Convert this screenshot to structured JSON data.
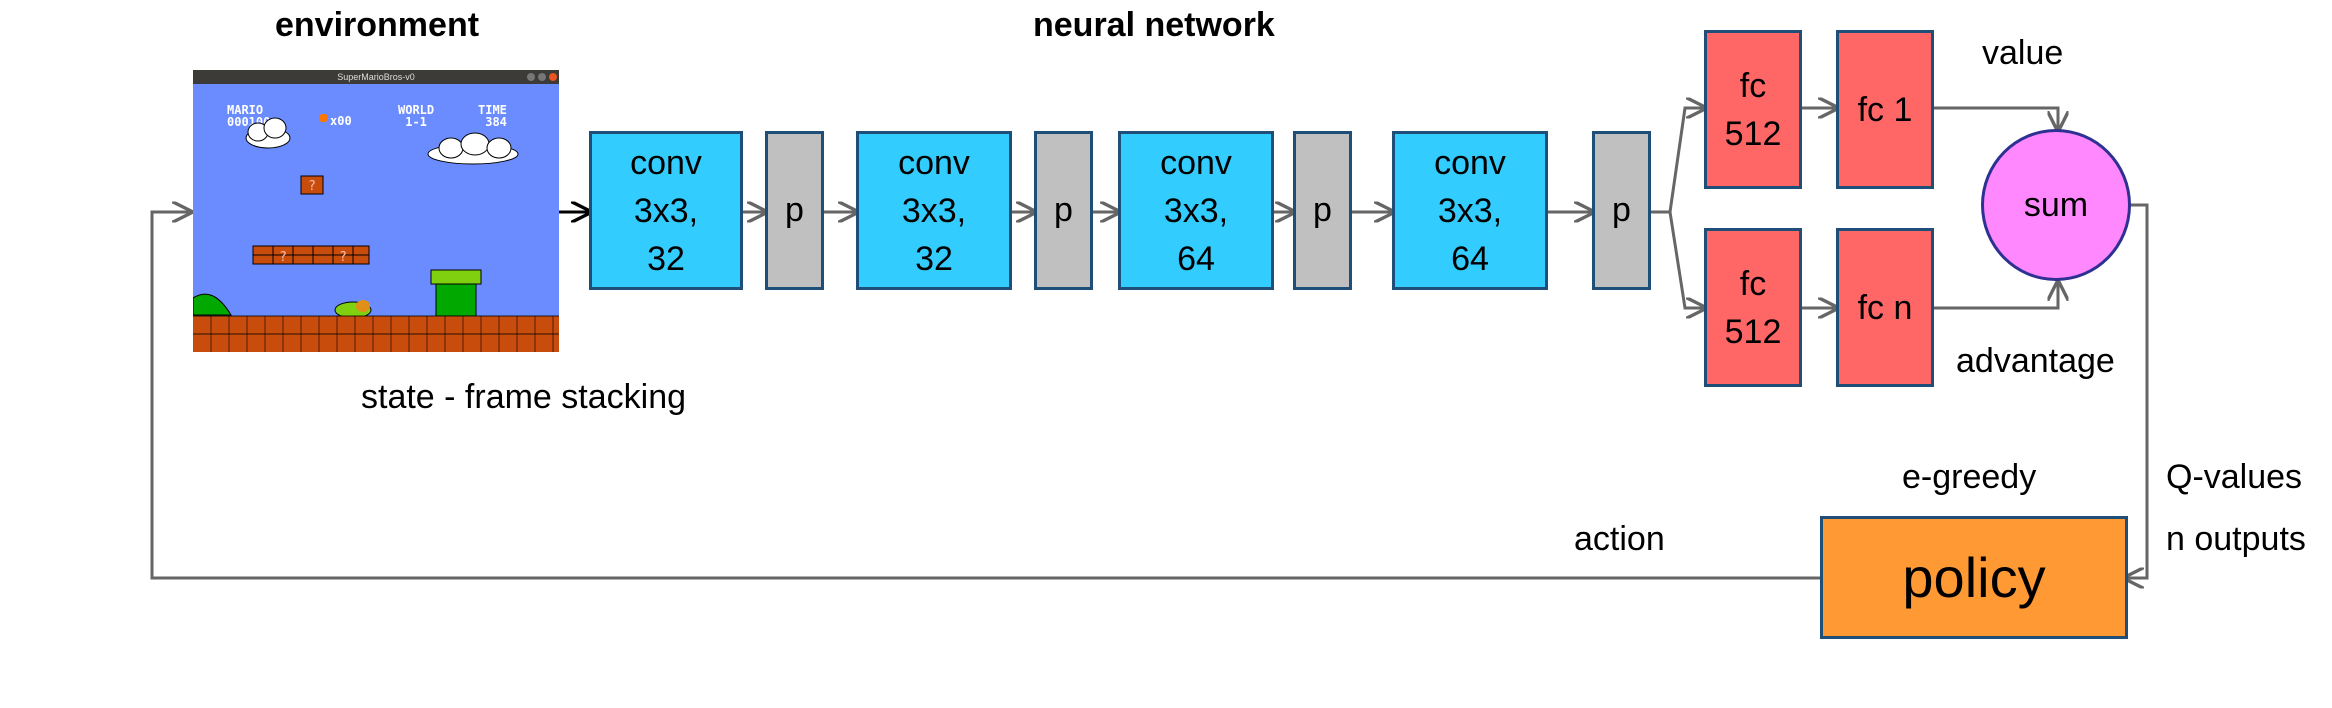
{
  "headings": {
    "environment": "environment",
    "network": "neural network"
  },
  "game": {
    "window_title": "SuperMarioBros-v0",
    "hud_mario": "MARIO",
    "hud_score": "000100",
    "hud_coins": "x00",
    "hud_world": "WORLD",
    "hud_level": "1-1",
    "hud_time": "TIME",
    "hud_time_value": "384"
  },
  "state_label": "state - frame stacking",
  "layers": [
    {
      "type": "conv",
      "lines": [
        "conv",
        "3x3,",
        "32"
      ]
    },
    {
      "type": "pool",
      "lines": [
        "p"
      ]
    },
    {
      "type": "conv",
      "lines": [
        "conv",
        "3x3,",
        "32"
      ]
    },
    {
      "type": "pool",
      "lines": [
        "p"
      ]
    },
    {
      "type": "conv",
      "lines": [
        "conv",
        "3x3,",
        "64"
      ]
    },
    {
      "type": "pool",
      "lines": [
        "p"
      ]
    },
    {
      "type": "conv",
      "lines": [
        "conv",
        "3x3,",
        "64"
      ]
    },
    {
      "type": "pool",
      "lines": [
        "p"
      ]
    }
  ],
  "value_stream": {
    "fc1": [
      "fc",
      "512"
    ],
    "fc2": "fc 1",
    "label": "value"
  },
  "advantage_stream": {
    "fc1": [
      "fc",
      "512"
    ],
    "fc2": "fc n",
    "label": "advantage"
  },
  "sum_label": "sum",
  "policy_label": "policy",
  "egreedy_label": "e-greedy",
  "qvalues_label": "Q-values",
  "outputs_label": "n outputs",
  "action_label": "action",
  "colors": {
    "conv": "#33ccff",
    "pool": "#c0c0c0",
    "fc": "#ff6666",
    "sum": "#ff88ff",
    "policy": "#ff9933",
    "arrow": "#666666"
  }
}
